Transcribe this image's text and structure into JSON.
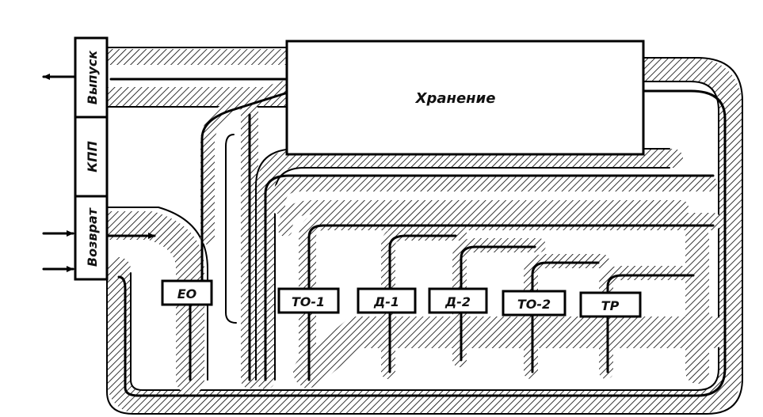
{
  "diagram": {
    "storage_label": "Хранение",
    "checkpoint_label": "КПП",
    "exit_label": "Выпуск",
    "return_label": "Возврат",
    "stations": [
      "ЕО",
      "ТО-1",
      "Д-1",
      "Д-2",
      "ТО-2",
      "ТР"
    ]
  },
  "colors": {
    "ink": "#000000",
    "background": "#ffffff"
  }
}
